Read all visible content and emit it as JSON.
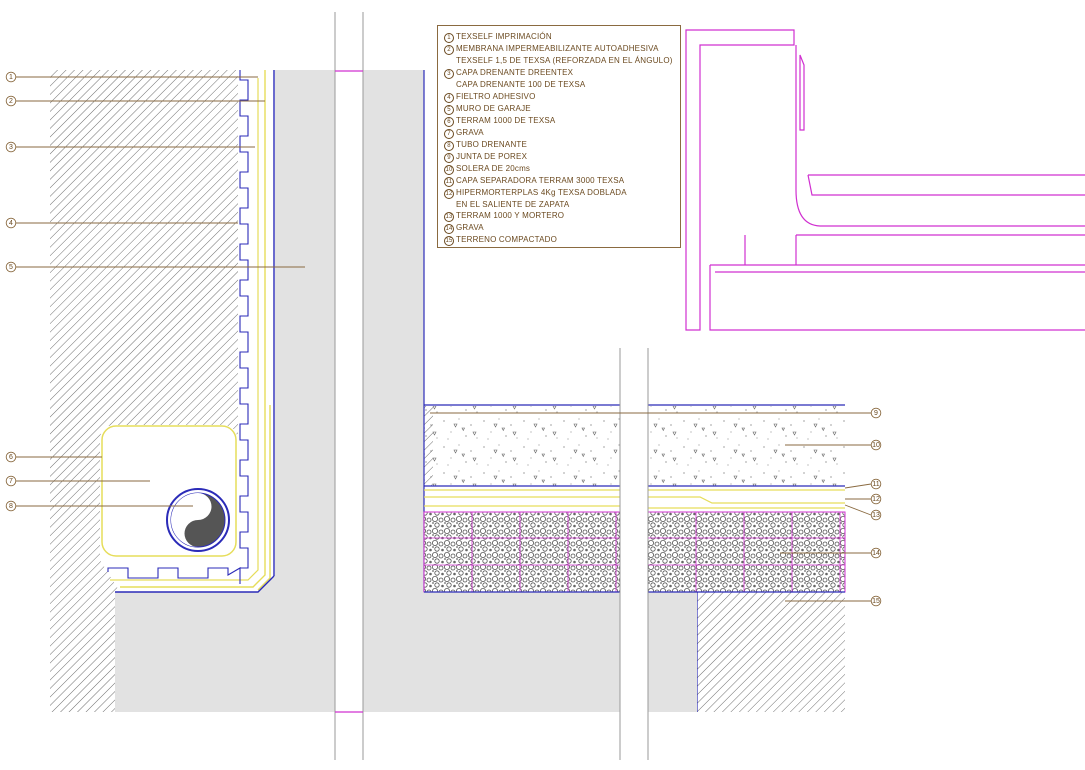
{
  "legend": {
    "items": [
      {
        "num": "1",
        "lines": [
          "TEXSELF IMPRIMACIÓN"
        ]
      },
      {
        "num": "2",
        "lines": [
          "MEMBRANA IMPERMEABILIZANTE AUTOADHESIVA",
          "TEXSELF 1,5 DE TEXSA (REFORZADA EN EL ÁNGULO)"
        ]
      },
      {
        "num": "3",
        "lines": [
          "CAPA DRENANTE DREENTEX",
          "CAPA DRENANTE 100 DE TEXSA"
        ]
      },
      {
        "num": "4",
        "lines": [
          "FIELTRO ADHESIVO"
        ]
      },
      {
        "num": "5",
        "lines": [
          "MURO DE GARAJE"
        ]
      },
      {
        "num": "6",
        "lines": [
          "TERRAM 1000 DE TEXSA"
        ]
      },
      {
        "num": "7",
        "lines": [
          "GRAVA"
        ]
      },
      {
        "num": "8",
        "lines": [
          "TUBO DRENANTE"
        ]
      },
      {
        "num": "9",
        "lines": [
          "JUNTA DE POREX"
        ]
      },
      {
        "num": "10",
        "lines": [
          "SOLERA DE 20cms"
        ]
      },
      {
        "num": "11",
        "lines": [
          "CAPA SEPARADORA TERRAM 3000 TEXSA"
        ]
      },
      {
        "num": "12",
        "lines": [
          "HIPERMORTERPLAS 4Kg TEXSA DOBLADA",
          "EN EL SALIENTE DE ZAPATA"
        ]
      },
      {
        "num": "13",
        "lines": [
          "TERRAM 1000 Y MORTERO"
        ]
      },
      {
        "num": "14",
        "lines": [
          "GRAVA"
        ]
      },
      {
        "num": "15",
        "lines": [
          "TERRENO COMPACTADO"
        ]
      }
    ]
  },
  "callouts_left": [
    "1",
    "2",
    "3",
    "4",
    "5",
    "6",
    "7",
    "8"
  ],
  "callouts_right": [
    "9",
    "10",
    "11",
    "12",
    "13",
    "14",
    "15"
  ],
  "colors": {
    "leader": "#8a6a40",
    "membrane": "#2b2bb8",
    "drain_layer": "#e8e060",
    "wall_fill": "#e2e2e2",
    "outline_magenta": "#d030d0",
    "hatch": "#777777",
    "axis": "#999999"
  }
}
